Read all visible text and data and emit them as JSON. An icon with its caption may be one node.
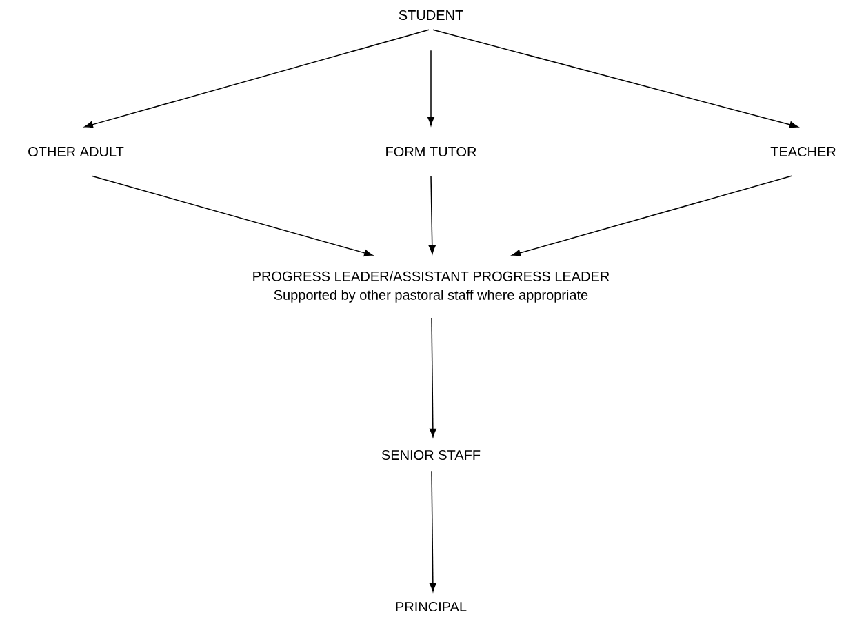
{
  "diagram": {
    "nodes": [
      {
        "text": [
          "STUDENT"
        ]
      },
      {
        "text": [
          "OTHER ADULT"
        ]
      },
      {
        "text": [
          "FORM TUTOR"
        ]
      },
      {
        "text": [
          "TEACHER"
        ]
      },
      {
        "text": [
          "PROGRESS LEADER/ASSISTANT PROGRESS LEADER",
          "Supported by other pastoral staff where appropriate"
        ]
      },
      {
        "text": [
          "SENIOR STAFF"
        ]
      },
      {
        "text": [
          "PRINCIPAL"
        ]
      }
    ],
    "edges": [
      {
        "from": 0,
        "to": 1,
        "arrow": "to"
      },
      {
        "from": 0,
        "to": 2,
        "arrow": "to"
      },
      {
        "from": 0,
        "to": 3,
        "arrow": "to"
      },
      {
        "from": 1,
        "to": 4,
        "arrow": "to"
      },
      {
        "from": 2,
        "to": 4,
        "arrow": "to"
      },
      {
        "from": 3,
        "to": 4,
        "arrow": "to"
      },
      {
        "from": 4,
        "to": 5,
        "arrow": "to"
      },
      {
        "from": 5,
        "to": 6,
        "arrow": "to"
      }
    ]
  }
}
